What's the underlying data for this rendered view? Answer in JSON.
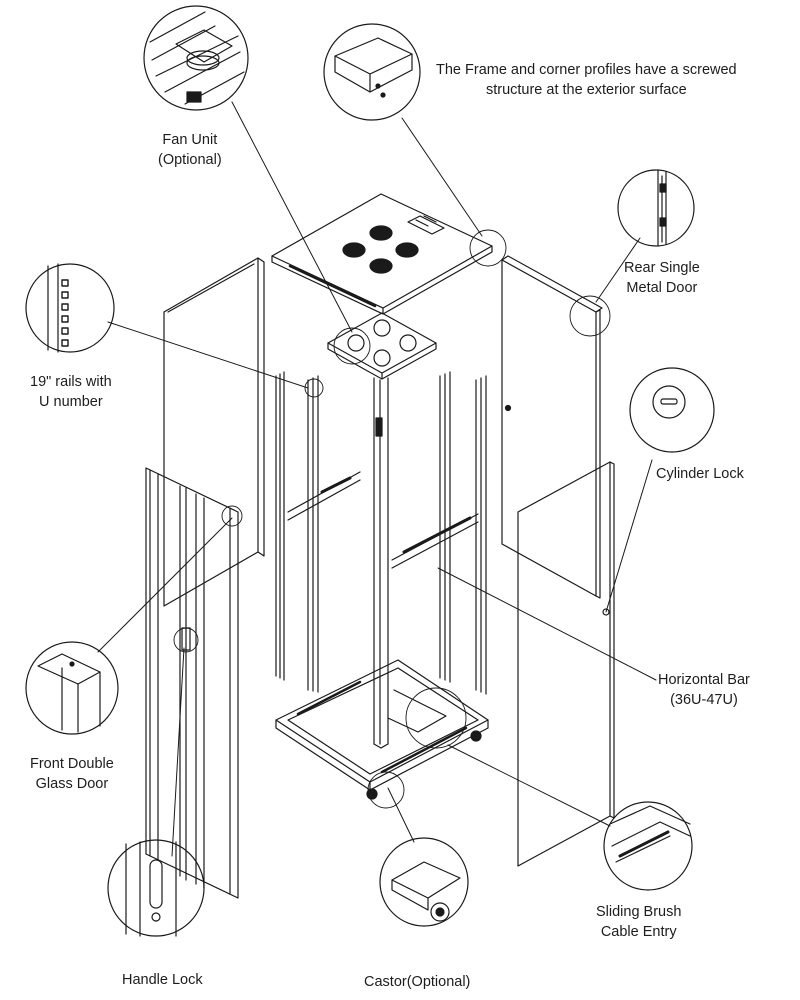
{
  "diagram": {
    "subject": "Exploded view of server rack cabinet",
    "stroke_color": "#1a1a1a",
    "background": "#ffffff"
  },
  "callouts": [
    {
      "id": "frame",
      "lines": [
        "The Frame and corner profiles have a screwed",
        "structure at the exterior surface"
      ]
    },
    {
      "id": "fan_unit",
      "lines": [
        "Fan Unit",
        "(Optional)"
      ]
    },
    {
      "id": "rear_door",
      "lines": [
        "Rear Single",
        "Metal Door"
      ]
    },
    {
      "id": "rails",
      "lines": [
        "19\" rails with",
        "U number"
      ]
    },
    {
      "id": "cylinder_lock",
      "lines": [
        "Cylinder Lock"
      ]
    },
    {
      "id": "horizontal_bar",
      "lines": [
        "Horizontal Bar",
        "(36U-47U)"
      ]
    },
    {
      "id": "front_door",
      "lines": [
        "Front Double",
        "Glass Door"
      ]
    },
    {
      "id": "brush_entry",
      "lines": [
        "Sliding Brush",
        "Cable Entry"
      ]
    },
    {
      "id": "handle_lock",
      "lines": [
        "Handle Lock"
      ]
    },
    {
      "id": "castor",
      "lines": [
        "Castor(Optional)"
      ]
    }
  ]
}
